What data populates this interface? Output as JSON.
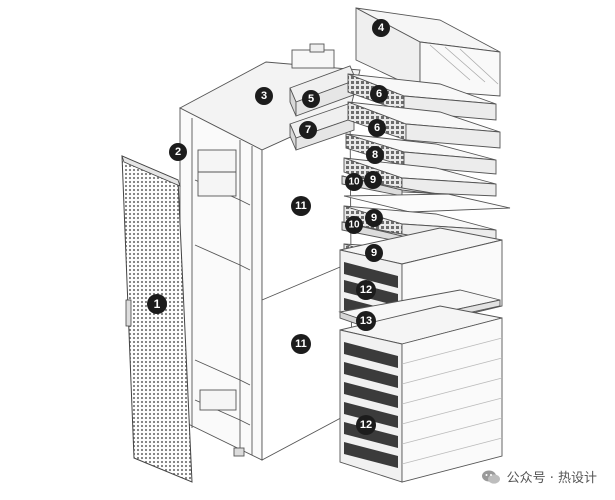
{
  "diagram": {
    "callouts": [
      {
        "id": "door",
        "label": "1"
      },
      {
        "id": "door-hinge",
        "label": "2"
      },
      {
        "id": "cabinet-top",
        "label": "3"
      },
      {
        "id": "top-server",
        "label": "4"
      },
      {
        "id": "module-5",
        "label": "5"
      },
      {
        "id": "server-6a",
        "label": "6"
      },
      {
        "id": "server-6b",
        "label": "6"
      },
      {
        "id": "module-7",
        "label": "7"
      },
      {
        "id": "server-8",
        "label": "8"
      },
      {
        "id": "server-9a",
        "label": "9"
      },
      {
        "id": "server-9b",
        "label": "9"
      },
      {
        "id": "server-9c",
        "label": "9"
      },
      {
        "id": "switch-10a",
        "label": "10"
      },
      {
        "id": "switch-10b",
        "label": "10"
      },
      {
        "id": "side-panel-upper",
        "label": "11"
      },
      {
        "id": "side-panel-lower",
        "label": "11"
      },
      {
        "id": "storage-12a",
        "label": "12"
      },
      {
        "id": "storage-12b",
        "label": "12"
      },
      {
        "id": "rail-13",
        "label": "13"
      }
    ]
  },
  "watermark": {
    "text": "公众号 · 热设计"
  }
}
